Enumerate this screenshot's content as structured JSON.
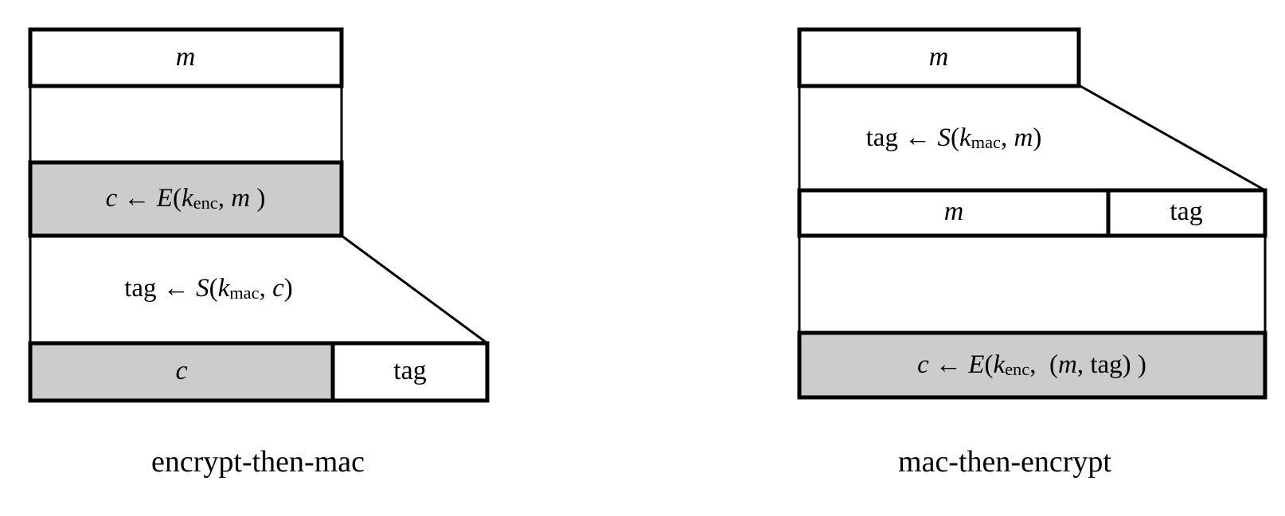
{
  "figure": {
    "background_color": "#ffffff",
    "stroke_color": "#000000",
    "shaded_fill": "#cccccc",
    "plain_fill": "#ffffff"
  },
  "panels": [
    {
      "id": "encrypt-then-mac",
      "caption": "encrypt-then-mac",
      "blocks": [
        {
          "id": "plaintext-top",
          "label_plain": "m",
          "shaded": false,
          "parts": [
            {
              "text": "m",
              "style": "italic"
            }
          ]
        },
        {
          "id": "encrypt-step",
          "label_plain": "c ← E(k_enc, m )",
          "shaded": true,
          "parts": [
            {
              "text": "c",
              "style": "italic"
            },
            {
              "text": " ← ",
              "style": "roman"
            },
            {
              "text": "E",
              "style": "italic"
            },
            {
              "text": "(",
              "style": "roman"
            },
            {
              "text": "k",
              "style": "italic"
            },
            {
              "text": "enc",
              "style": "subscript"
            },
            {
              "text": ", ",
              "style": "roman"
            },
            {
              "text": "m",
              "style": "italic"
            },
            {
              "text": " )",
              "style": "roman"
            }
          ]
        },
        {
          "id": "mac-step",
          "label_plain": "tag ← S(k_mac, c)",
          "shaded": false,
          "parts": [
            {
              "text": "tag",
              "style": "roman"
            },
            {
              "text": " ← ",
              "style": "roman"
            },
            {
              "text": "S",
              "style": "italic"
            },
            {
              "text": "(",
              "style": "roman"
            },
            {
              "text": "k",
              "style": "italic"
            },
            {
              "text": "mac",
              "style": "subscript"
            },
            {
              "text": ", ",
              "style": "roman"
            },
            {
              "text": "c",
              "style": "italic"
            },
            {
              "text": ")",
              "style": "roman"
            }
          ]
        },
        {
          "id": "output-ciphertext",
          "label_plain": "c",
          "shaded": true,
          "parts": [
            {
              "text": "c",
              "style": "italic"
            }
          ]
        },
        {
          "id": "output-tag",
          "label_plain": "tag",
          "shaded": false,
          "parts": [
            {
              "text": "tag",
              "style": "roman"
            }
          ]
        }
      ]
    },
    {
      "id": "mac-then-encrypt",
      "caption": "mac-then-encrypt",
      "blocks": [
        {
          "id": "plaintext-top",
          "label_plain": "m",
          "shaded": false,
          "parts": [
            {
              "text": "m",
              "style": "italic"
            }
          ]
        },
        {
          "id": "mac-step",
          "label_plain": "tag ← S(k_mac, m)",
          "shaded": false,
          "parts": [
            {
              "text": "tag",
              "style": "roman"
            },
            {
              "text": " ← ",
              "style": "roman"
            },
            {
              "text": "S",
              "style": "italic"
            },
            {
              "text": "(",
              "style": "roman"
            },
            {
              "text": "k",
              "style": "italic"
            },
            {
              "text": "mac",
              "style": "subscript"
            },
            {
              "text": ", ",
              "style": "roman"
            },
            {
              "text": "m",
              "style": "italic"
            },
            {
              "text": ")",
              "style": "roman"
            }
          ]
        },
        {
          "id": "mid-message",
          "label_plain": "m",
          "shaded": false,
          "parts": [
            {
              "text": "m",
              "style": "italic"
            }
          ]
        },
        {
          "id": "mid-tag",
          "label_plain": "tag",
          "shaded": false,
          "parts": [
            {
              "text": "tag",
              "style": "roman"
            }
          ]
        },
        {
          "id": "encrypt-step",
          "label_plain": "c ← E(k_enc,  (m, tag) )",
          "shaded": true,
          "parts": [
            {
              "text": "c",
              "style": "italic"
            },
            {
              "text": " ← ",
              "style": "roman"
            },
            {
              "text": "E",
              "style": "italic"
            },
            {
              "text": "(",
              "style": "roman"
            },
            {
              "text": "k",
              "style": "italic"
            },
            {
              "text": "enc",
              "style": "subscript"
            },
            {
              "text": ",  (",
              "style": "roman"
            },
            {
              "text": "m",
              "style": "italic"
            },
            {
              "text": ", ",
              "style": "roman"
            },
            {
              "text": "tag",
              "style": "roman"
            },
            {
              "text": ") )",
              "style": "roman"
            }
          ]
        }
      ]
    }
  ]
}
